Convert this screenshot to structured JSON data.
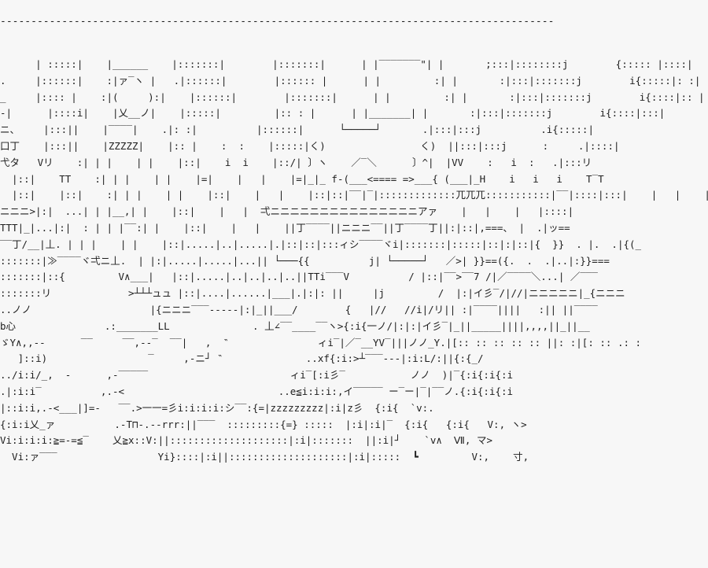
{
  "rule": "------------------------------------------------------------------------------------------",
  "art_lines": [
    "      | :::::|    |______    |:::::::|        |:::::::|      | |‾‾‾‾‾‾‾\"| |       ;:::|::::::::j        {::::: |::::|",
    ".     |::::::|    :|ァ‾ヽ |   .|::::::|        |:::::: |      | |         :| |       :|:::|:::::::j        i{:::::|: :|",
    "_     |:::: |    :|(     ):|    |::::::|        |:::::::|      | |         :| |       :|:::|:::::::j        i{::::|:: |",
    "-|      |::::i|    |乂__ノ|    |:::::|         |:: : |      | |_______| |       :|:::|:::::::j        i{::::|:::|",
    "ニ、    |:::||    |‾‾‾‾|    .|: :|          |::::::|      └─────┘       .|:::|:::j          .i{:::::|",
    "口丁    |:::||    |ZZZZZ|    |:: |    :  :    |:::::|く)                く)  ||:::|:::j      :     .|::::|",
    "弋タ   Vリ    :| | |    | |    |::|    i  i    |::/| 〕ヽ    ／‾＼      〕^|  |VV    :   i  :   .|:::リ",
    "  |::|    TT    :| | |    | |    |=|    |   |    |=|_|_ f-(___<==== =>___{ (___|_H    i   i   i    T‾T",
    "  |::|    |::|    :| | |    | |    |::|    |   |    |::|::|‾‾|‾|:::::::::::::兀兀兀:::::::::::|‾‾|::::|:::|    |   |    |   |:::|",
    "ニニニ>|:|  ...| | |__,| |    |::|    |   |  弌ニニニニニニニニニニニニニニニアァ    |   |    |   |::::|",
    "TTT|_|...|:|  : | | |‾‾:| |    |::|    |   |    ||丁‾‾‾‾||ニニニ‾‾||丁‾‾‾‾丁||:|::|,===、 |  .|ッ==",
    "‾‾丁/__|丄. | | |    | |    |::|.....|..|.....|.|::|::|:::ィシ‾‾‾‾ヾi|:::::::|:::::|::|:|::|{  }}  . |.  .|{(_",
    ":::::::|≫‾‾‾‾ヾ弌ニ丄.  | |:|.....|.....|...|| └───{{          j| └─────┘   ／>| }}==({.  .  .|..|:}}===",
    ":::::::|::{         V∧___|   |::|.....|..|..|..|..||TTi‾‾‾V          / |::|‾‾>‾‾7 /|／‾‾‾‾＼...| ／‾‾‾",
    ":::::::リ             >┴┴┴ュュ |::|....|......|___|.|:|: ||     |j         /  |:|イ彡‾/|//|ニニニニニ|_{ニニニ",
    "..ノノ                    |{ニニニ‾‾‾-----|:|_||___/        {   |//   //i|/リ|| :|‾‾‾‾||||   :|| ||‾‾‾‾",
    "b心               .:_______LL              . 丄∠‾‾____‾‾ヽ>{:i{一ノ/|:|:|イ彡‾|_||_____||||,,,,||_||__",
    "ゞY∧,,-‐      ‾‾     ‾‾,-‐‾  ‾‾|   ,  ‶               ィi‾|／‾__YV‾|||ノノ_Y.|[:: :: :: :: :: ||: :|[: :: .: :",
    "   ]::i)                 ‾     ,-ニ┘ ‶              ..xf{:i:>┴‾‾‾---|:i:L/:||{:{_/",
    "../i:i/_,  -      ,-‾‾‾‾‾                        ィi‾[:i彡‾           ノノ  )|‾{:i{:i{:i",
    ".|:i:i‾          ,.-<                          ..e≦i:i:i:,イ‾‾‾‾‾ ー‾ー|‾|‾‾ノ.{:i{:i{:i",
    "|::i:i,.-<___|]=-   ‾‾.>一一=彡i:i:i:i:シ‾‾:{=|zzzzzzzzz|:i|z彡  {:i{  `v:.",
    "{:i:i乂_ァ          .-T⊓-.--rrr:||‾‾‾  :::::::::{=} :::::  |:i|:i|‾  {:i{   {:i{   V:, ヽ>",
    "Vi:i:i:i:≧=-=≦‾    乂≧x::V:||::::::::::::::::::::|:i|:::::::  ||:i|┘    `v∧  Ⅶ, マ>",
    "  Vi:ァ‾‾‾                 Yi}::::|:i||::::::::::::::::::::|:i|:::::  ┗         V:,    寸,"
  ]
}
